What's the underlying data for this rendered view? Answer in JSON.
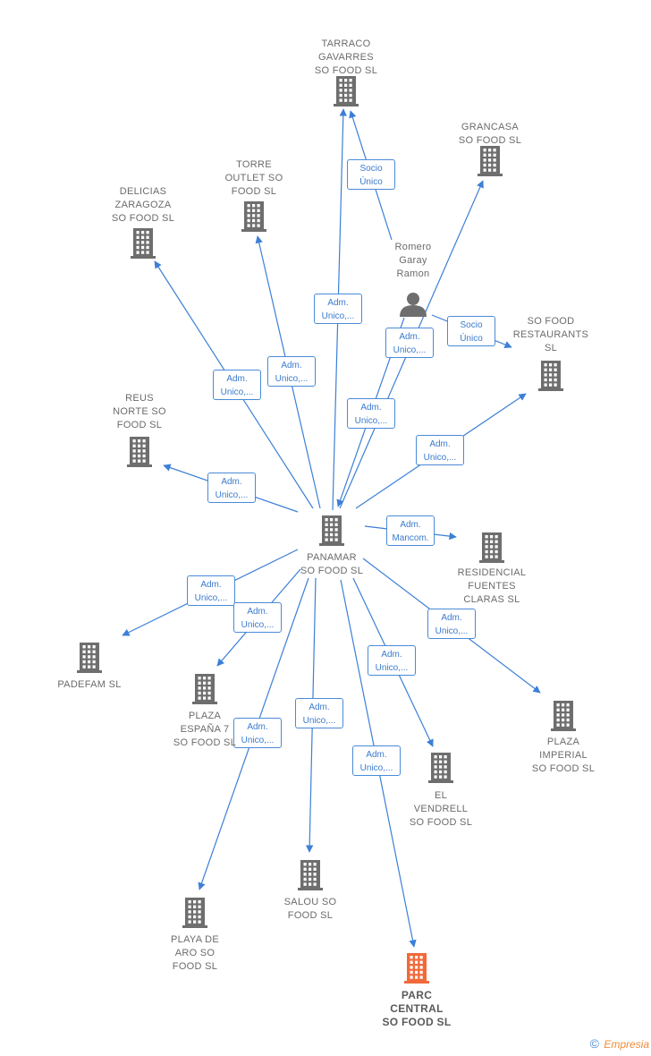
{
  "colors": {
    "edge": "#3c7fd6",
    "building": "#6e6e6e",
    "highlight": "#f2693a",
    "person": "#6e6e6e"
  },
  "nodes": [
    {
      "id": "tarraco",
      "label": "TARRACO\nGAVARRES\nSO FOOD  SL",
      "icon": "building-icon"
    },
    {
      "id": "grancasa",
      "label": "GRANCASA\nSO FOOD  SL",
      "icon": "building-icon"
    },
    {
      "id": "torre",
      "label": "TORRE\nOUTLET SO\nFOOD  SL",
      "icon": "building-icon"
    },
    {
      "id": "delicias",
      "label": "DELICIAS\nZARAGOZA\nSO FOOD  SL",
      "icon": "building-icon"
    },
    {
      "id": "romero",
      "label": "Romero\nGaray\nRamon",
      "icon": "person-icon"
    },
    {
      "id": "restaurants",
      "label": "SO FOOD\nRESTAURANTS\nSL",
      "icon": "building-icon"
    },
    {
      "id": "reus",
      "label": "REUS\nNORTE SO\nFOOD  SL",
      "icon": "building-icon"
    },
    {
      "id": "panamar",
      "label": "PANAMAR\nSO FOOD  SL",
      "icon": "building-icon"
    },
    {
      "id": "residencial",
      "label": "RESIDENCIAL\nFUENTES\nCLARAS  SL",
      "icon": "building-icon"
    },
    {
      "id": "padefam",
      "label": "PADEFAM  SL",
      "icon": "building-icon"
    },
    {
      "id": "plazaespana",
      "label": "PLAZA\nESPAÑA 7\nSO FOOD  SL",
      "icon": "building-icon"
    },
    {
      "id": "plazaimperial",
      "label": "PLAZA\nIMPERIAL\nSO FOOD  SL",
      "icon": "building-icon"
    },
    {
      "id": "vendrell",
      "label": "EL\nVENDRELL\nSO FOOD  SL",
      "icon": "building-icon"
    },
    {
      "id": "salou",
      "label": "SALOU SO\nFOOD  SL",
      "icon": "building-icon"
    },
    {
      "id": "playa",
      "label": "PLAYA DE\nARO SO\nFOOD  SL",
      "icon": "building-icon"
    },
    {
      "id": "parc",
      "label": "PARC\nCENTRAL\nSO FOOD  SL",
      "icon": "building-icon",
      "highlight": true
    }
  ],
  "edges": [
    {
      "from": "panamar",
      "to": "tarraco",
      "label": "Adm.\nUnico,..."
    },
    {
      "from": "romero",
      "to": "tarraco",
      "label": "Socio\nÚnico"
    },
    {
      "from": "panamar",
      "to": "grancasa",
      "label": "Adm.\nUnico,..."
    },
    {
      "from": "romero",
      "to": "panamar",
      "label": "Adm.\nUnico,..."
    },
    {
      "from": "romero",
      "to": "restaurants",
      "label": "Socio\nÚnico"
    },
    {
      "from": "panamar",
      "to": "torre",
      "label": "Adm.\nUnico,..."
    },
    {
      "from": "panamar",
      "to": "delicias",
      "label": "Adm.\nUnico,..."
    },
    {
      "from": "panamar",
      "to": "restaurants",
      "label": "Adm.\nUnico,..."
    },
    {
      "from": "panamar",
      "to": "reus",
      "label": "Adm.\nUnico,..."
    },
    {
      "from": "panamar",
      "to": "residencial",
      "label": "Adm.\nMancom."
    },
    {
      "from": "panamar",
      "to": "padefam",
      "label": "Adm.\nUnico,..."
    },
    {
      "from": "panamar",
      "to": "plazaespana",
      "label": "Adm.\nUnico,..."
    },
    {
      "from": "panamar",
      "to": "plazaimperial",
      "label": "Adm.\nUnico,..."
    },
    {
      "from": "panamar",
      "to": "vendrell",
      "label": "Adm.\nUnico,..."
    },
    {
      "from": "panamar",
      "to": "salou",
      "label": "Adm.\nUnico,..."
    },
    {
      "from": "panamar",
      "to": "playa",
      "label": "Adm.\nUnico,..."
    },
    {
      "from": "panamar",
      "to": "parc",
      "label": "Adm.\nUnico,..."
    }
  ],
  "brand": {
    "copyright": "©",
    "name": "Empresia"
  }
}
